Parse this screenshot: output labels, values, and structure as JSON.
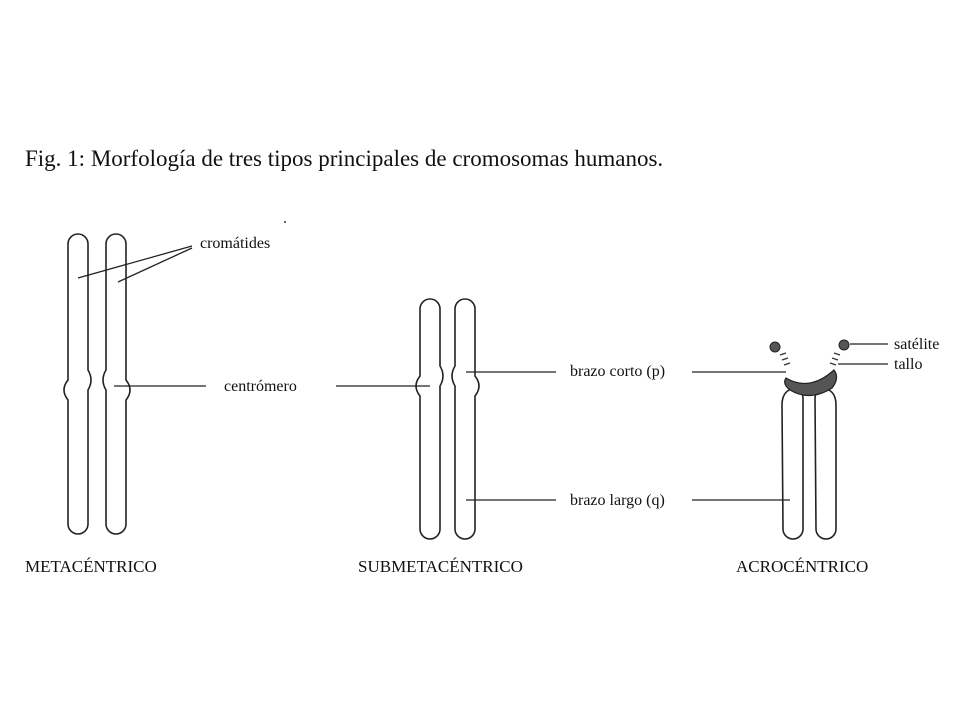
{
  "figure": {
    "caption": "Fig. 1: Morfología de tres tipos principales de cromosomas humanos.",
    "labels": {
      "cromatides": "cromátides",
      "centromero": "centrómero",
      "brazo_corto": "brazo corto (p)",
      "brazo_largo": "brazo largo (q)",
      "satelite": "satélite",
      "tallo": "tallo"
    },
    "types": {
      "metacentrico": "METACÉNTRICO",
      "submetacentrico": "SUBMETACÉNTRICO",
      "acrocentrico": "ACROCÉNTRICO"
    }
  }
}
